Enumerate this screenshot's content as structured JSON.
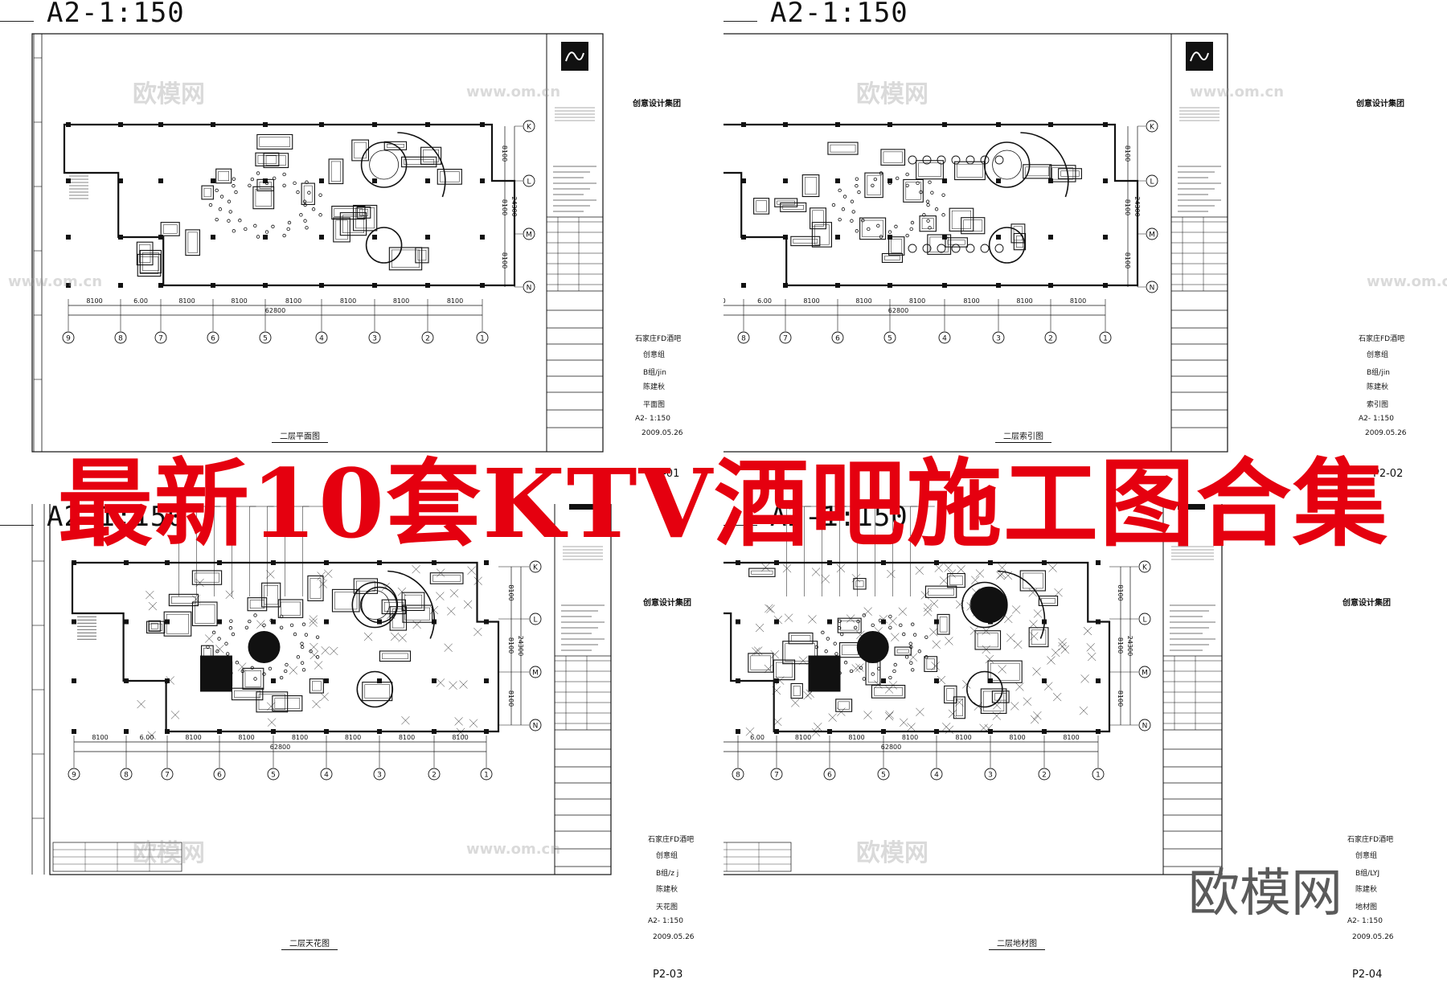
{
  "sheets": [
    {
      "label": "A2-1:150",
      "project": "石家庄FD酒吧",
      "group": "创意组",
      "drawn_by": "B组/jin",
      "approved": "陈建秋",
      "title": "平面图",
      "scale": "A2- 1:150",
      "date": "2009.05.26",
      "sheet_no": "P2-01",
      "drawing_title": "二层平面图"
    },
    {
      "label": "A2-1:150",
      "project": "石家庄FD酒吧",
      "group": "创意组",
      "drawn_by": "B组/jin",
      "approved": "陈建秋",
      "title": "索引图",
      "scale": "A2- 1:150",
      "date": "2009.05.26",
      "sheet_no": "P2-02",
      "drawing_title": "二层索引图"
    },
    {
      "label": "A2-1:150",
      "project": "石家庄FD酒吧",
      "group": "创意组",
      "drawn_by": "B组/z j",
      "approved": "陈建秋",
      "title": "天花图",
      "scale": "A2- 1:150",
      "date": "2009.05.26",
      "sheet_no": "P2-03",
      "drawing_title": "二层天花图"
    },
    {
      "label": "A2-1:150",
      "project": "石家庄FD酒吧",
      "group": "创意组",
      "drawn_by": "B组/LYJ",
      "approved": "陈建秋",
      "title": "地材图",
      "scale": "A2- 1:150",
      "date": "2009.05.26",
      "sheet_no": "P2-04",
      "drawing_title": "二层地材图"
    }
  ],
  "company": "创意设计集团",
  "banner": "最新10套KTV酒吧施工图合集",
  "corner_brand": "欧模网",
  "watermarks": {
    "cn": "欧模网",
    "url": "www.om.cn"
  },
  "grid_columns": [
    "9",
    "8",
    "7",
    "6",
    "5",
    "4",
    "3",
    "2",
    "1"
  ],
  "grid_rows": [
    "K",
    "L",
    "M",
    "N"
  ],
  "column_dims": [
    "8100",
    "6.00",
    "8100",
    "8100",
    "8100",
    "8100",
    "8100",
    "8100"
  ],
  "total_dim": "62800",
  "row_dims": [
    "8100",
    "8100",
    "8100"
  ],
  "total_row_dim": "24300",
  "colors": {
    "banner": "#e5000f",
    "line": "#111111",
    "brand_grey": "#5a5a5a"
  }
}
